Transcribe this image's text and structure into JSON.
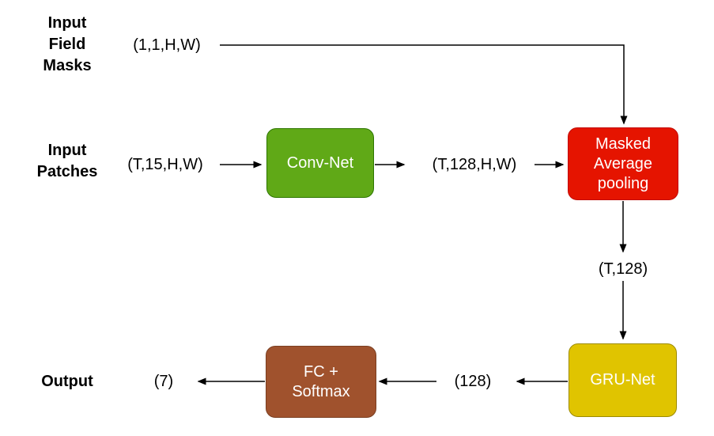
{
  "diagram": {
    "background": "#FFFFFF",
    "connector_color": "#000000",
    "row_labels": {
      "input_field_masks": "Input\nField\nMasks",
      "input_patches": "Input\nPatches",
      "output": "Output"
    },
    "tensor_shapes": {
      "field_masks": "(1,1,H,W)",
      "patches": "(T,15,H,W)",
      "conv_output": "(T,128,H,W)",
      "pooled": "(T,128)",
      "gru_output": "(128)",
      "final_output": "(7)"
    },
    "nodes": {
      "conv_net": {
        "label": "Conv-Net",
        "fill": "#60A917",
        "stroke": "#2D7600",
        "text_color": "#FFFFFF"
      },
      "masked_average_pooling": {
        "label": "Masked\nAverage\npooling",
        "fill": "#E51400",
        "stroke": "#C30A00",
        "text_color": "#FFFFFF"
      },
      "gru_net": {
        "label": "GRU-Net",
        "fill": "#E0C400",
        "stroke": "#9C8A00",
        "text_color": "#FFFFFF"
      },
      "fc_softmax": {
        "label": "FC +\nSoftmax",
        "fill": "#A0522D",
        "stroke": "#7A3F22",
        "text_color": "#FFFFFF"
      }
    }
  }
}
